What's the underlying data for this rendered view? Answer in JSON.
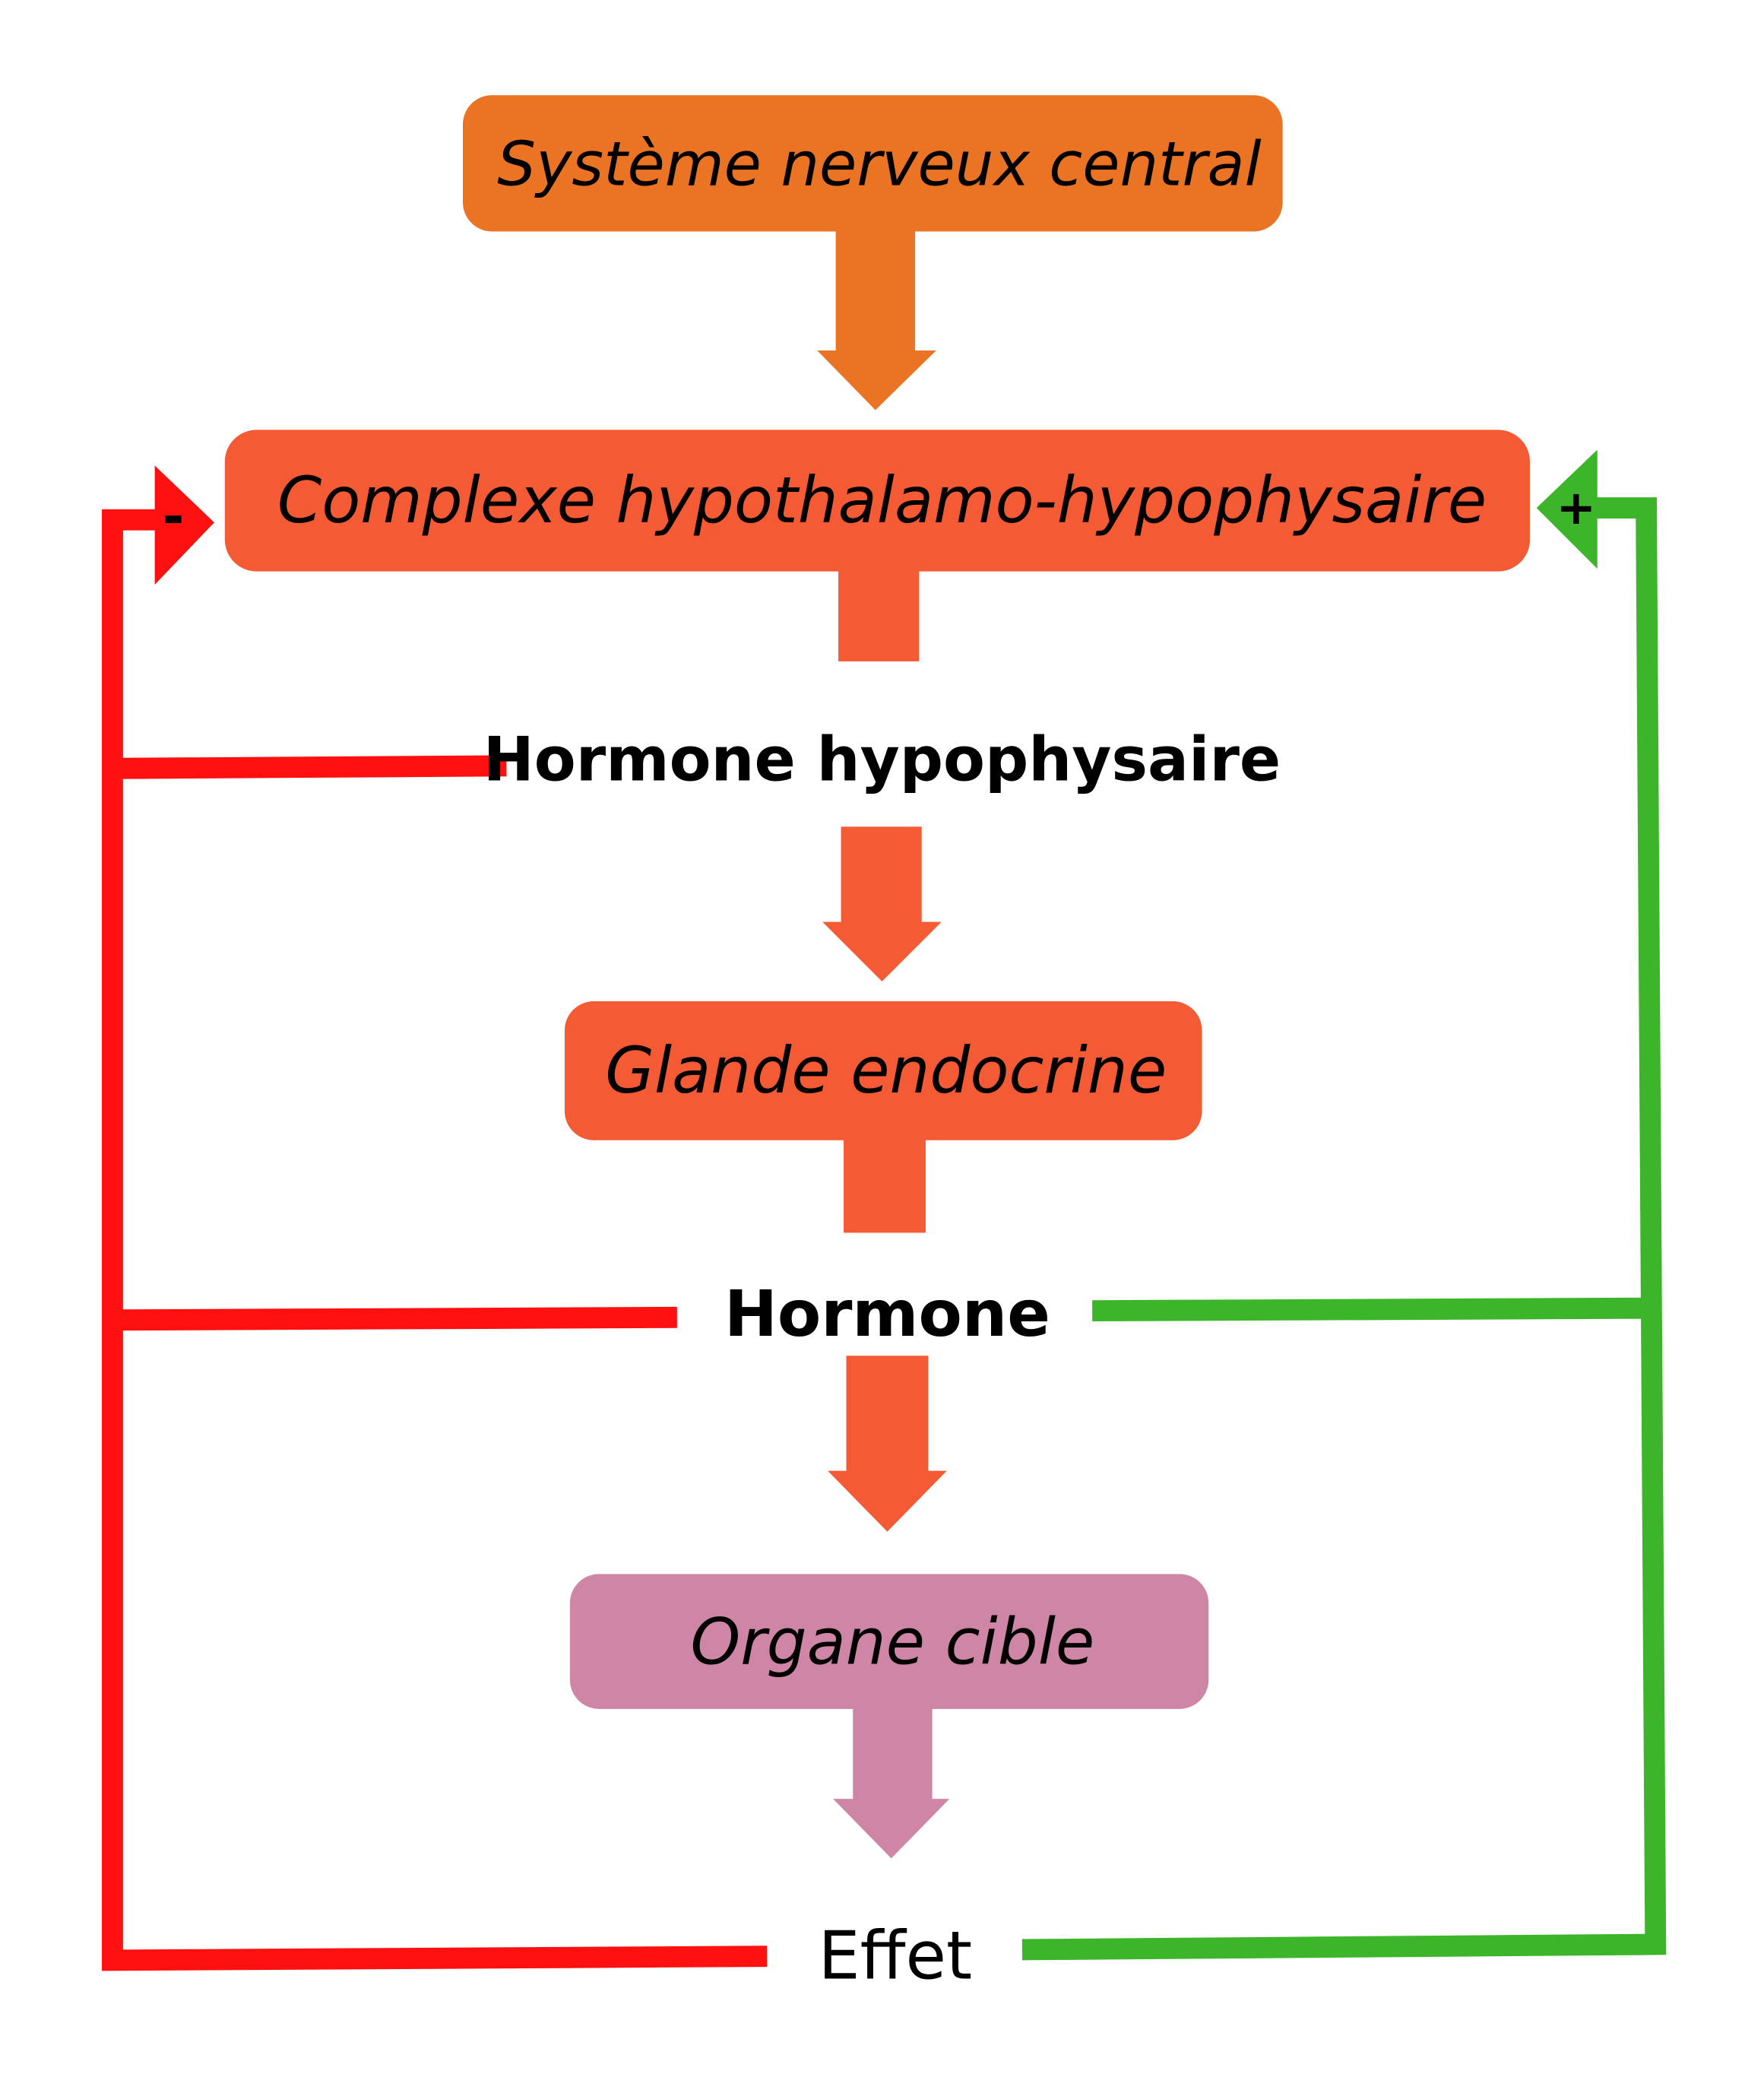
{
  "colors": {
    "cns": "#EA7424",
    "complex": "#F45A34",
    "gland": "#F45A34",
    "organ": "#CF86A6",
    "negative": "#FF1010",
    "positive": "#3DB52A"
  },
  "boxes": {
    "cns": "Système nerveux central",
    "complex": "Complexe hypothalamo-hypophysaire",
    "gland": "Glande endocrine",
    "organ": "Organe cible"
  },
  "labels": {
    "pituitary_hormone": "Hormone hypophysaire",
    "hormone": "Hormone",
    "effect": "Effet"
  },
  "feedback": {
    "negative_sign": "-",
    "positive_sign": "+"
  }
}
